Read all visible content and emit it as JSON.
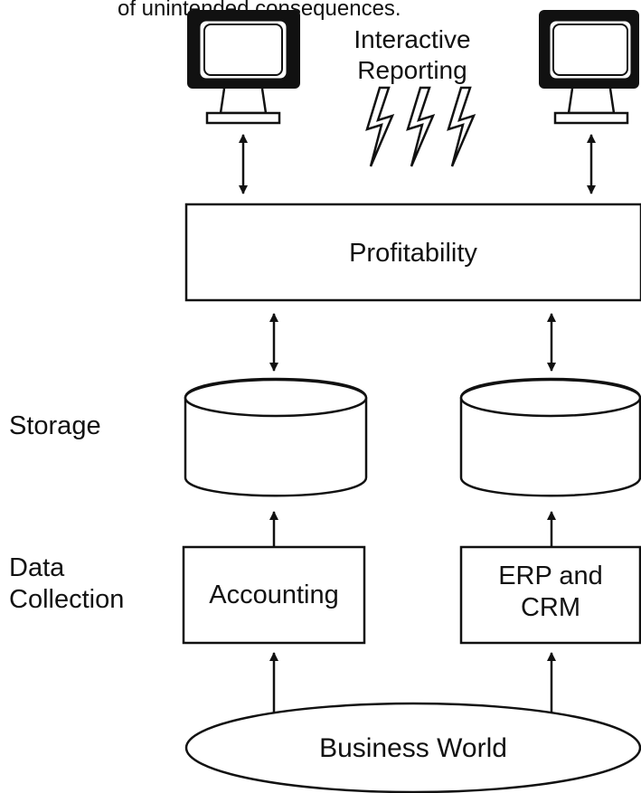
{
  "caption_fragment": "of unintended consequences.",
  "top_label": {
    "line1": "Interactive",
    "line2": "Reporting"
  },
  "profitability": "Profitability",
  "layers": {
    "storage": "Storage",
    "data_collection_line1": "Data",
    "data_collection_line2": "Collection"
  },
  "sources": {
    "accounting": "Accounting",
    "erp_line1": "ERP and",
    "erp_line2": "CRM"
  },
  "business_world": "Business World",
  "colors": {
    "ink": "#111111",
    "background": "#ffffff"
  },
  "icons": [
    "monitor-icon",
    "lightning-bolt-icon",
    "database-cylinder-icon",
    "double-arrow-icon",
    "up-arrow-icon"
  ]
}
